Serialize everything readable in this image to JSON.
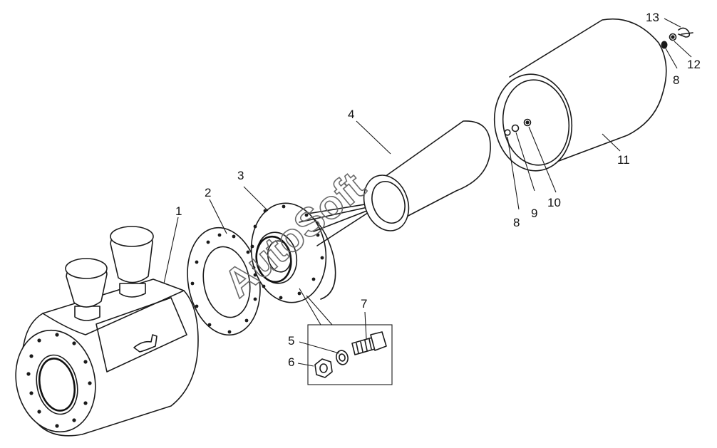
{
  "diagram": {
    "part_numbers": {
      "p1": "1",
      "p2": "2",
      "p3": "3",
      "p4": "4",
      "p5": "5",
      "p6": "6",
      "p7": "7",
      "p8a": "8",
      "p8b": "8",
      "p9": "9",
      "p10": "10",
      "p11": "11",
      "p12": "12",
      "p13": "13"
    },
    "watermark": "AutoSoft"
  }
}
